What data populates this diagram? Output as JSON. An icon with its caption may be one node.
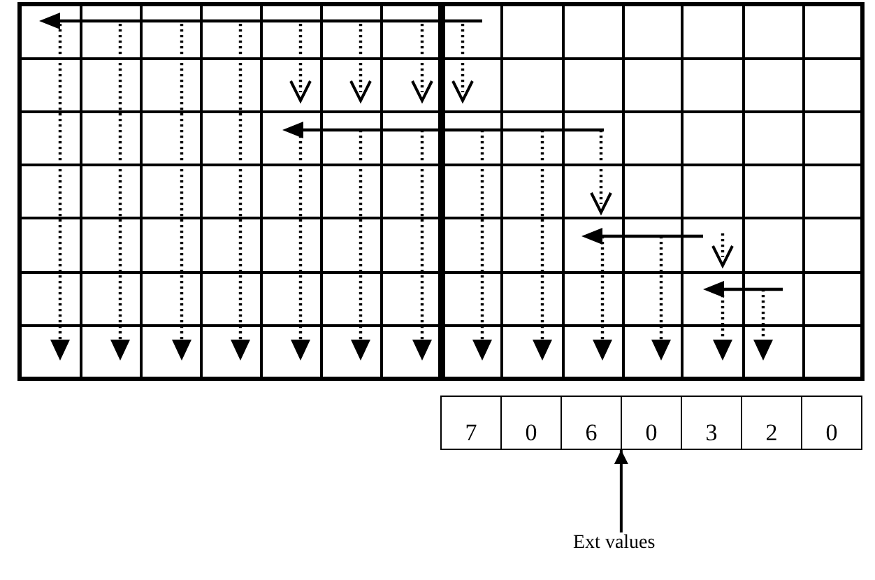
{
  "diagram": {
    "nodes": [
      {
        "text": [],
        "shape": "bar"
      },
      {
        "text": [
          "7"
        ],
        "in": 0
      },
      {
        "text": [
          "0"
        ],
        "in": 0
      },
      {
        "text": [
          "6"
        ],
        "in": 0
      },
      {
        "text": [
          "0"
        ],
        "in": 0
      },
      {
        "text": [
          "3"
        ],
        "in": 0
      },
      {
        "text": [
          "2"
        ],
        "in": 0
      },
      {
        "text": [
          "0"
        ],
        "in": 0
      },
      {
        "text": [
          "Ext values"
        ]
      }
    ],
    "edges": [
      {
        "from": 8,
        "to": 0,
        "arrow": "to"
      }
    ]
  }
}
